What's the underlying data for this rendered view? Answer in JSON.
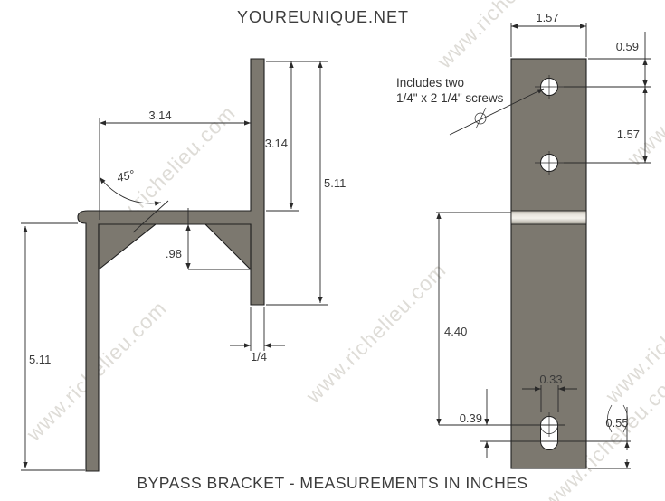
{
  "title": "YOUREUNIQUE.NET",
  "caption": "BYPASS BRACKET - MEASUREMENTS IN INCHES",
  "watermark": "www.richelieu.com",
  "colors": {
    "bracket": "#7c786f",
    "line": "#2a2a2a",
    "text": "#3a3a3a"
  },
  "left_view": {
    "dim_top_width": "3.14",
    "dim_upper_height": "3.14",
    "dim_total_height_right": "5.11",
    "dim_total_height_left": "5.11",
    "dim_angle": "45°",
    "dim_gusset_height": ".98",
    "dim_thickness": "1/4"
  },
  "right_view": {
    "dim_width": "1.57",
    "dim_top_hole_offset": "0.59",
    "dim_hole_spacing": "1.57",
    "dim_bend_to_slot": "4.40",
    "dim_slot_center_spacing": "0.39",
    "dim_slot_width": "0.33",
    "dim_slot_bottom_offset": "0.55",
    "note_line1": "Includes two",
    "note_line2": "1/4\" x 2 1/4\" screws"
  }
}
